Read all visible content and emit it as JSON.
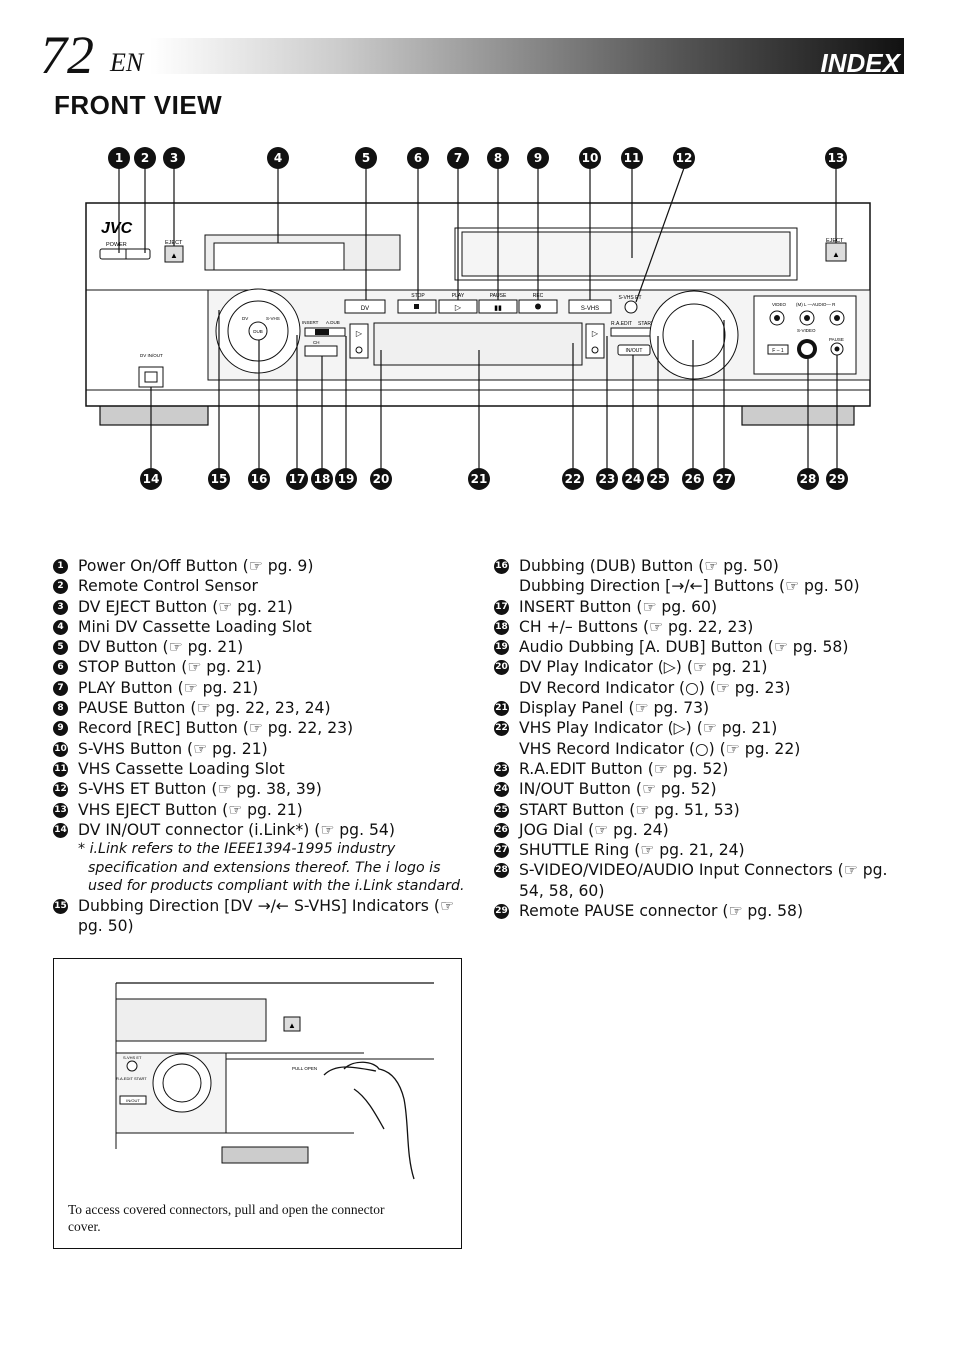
{
  "page": {
    "number": "72",
    "lang": "EN",
    "section": "INDEX",
    "title": "FRONT VIEW"
  },
  "callouts": {
    "top": [
      "1",
      "2",
      "3",
      "4",
      "5",
      "6",
      "7",
      "8",
      "9",
      "10",
      "11",
      "12",
      "13"
    ],
    "bottom": [
      "14",
      "15",
      "16",
      "17",
      "18",
      "19",
      "20",
      "21",
      "22",
      "23",
      "24",
      "25",
      "26",
      "27",
      "28",
      "29"
    ]
  },
  "device": {
    "brand": "JVC",
    "power": "POWER",
    "eject_dv": "EJECT",
    "eject_vhs": "EJECT",
    "dv": "DV",
    "stop": "STOP",
    "play": "PLAY",
    "pause": "PAUSE",
    "rec": "REC",
    "svhs": "S-VHS",
    "svhs_et": "S-VHS ET",
    "tv": "DV",
    "svhs_ring": "S-VHS",
    "dub": "DUB",
    "insert": "INSERT",
    "adub": "A.DUB",
    "ch": "CH",
    "raedit": "R.A.EDIT",
    "start": "START",
    "inout": "IN/OUT",
    "dvinout": "DV IN/OUT",
    "video": "VIDEO",
    "audio": "(M) L —AUDIO— R",
    "svideo": "S-VIDEO",
    "remote_pause": "PAUSE",
    "f1": "F – 1"
  },
  "left_items": [
    {
      "n": "1",
      "text": "Power On/Off Button (☞ pg. 9)"
    },
    {
      "n": "2",
      "text": "Remote Control Sensor"
    },
    {
      "n": "3",
      "text": "DV EJECT Button (☞ pg. 21)"
    },
    {
      "n": "4",
      "text": "Mini DV Cassette Loading Slot"
    },
    {
      "n": "5",
      "text": "DV Button (☞ pg. 21)"
    },
    {
      "n": "6",
      "text": "STOP Button (☞ pg. 21)"
    },
    {
      "n": "7",
      "text": "PLAY Button (☞ pg. 21)"
    },
    {
      "n": "8",
      "text": "PAUSE Button (☞ pg. 22, 23, 24)"
    },
    {
      "n": "9",
      "text": "Record [REC] Button (☞ pg. 22, 23)"
    },
    {
      "n": "10",
      "text": "S-VHS Button (☞ pg. 21)"
    },
    {
      "n": "11",
      "text": "VHS Cassette Loading Slot"
    },
    {
      "n": "12",
      "text": "S-VHS ET Button (☞ pg. 38, 39)"
    },
    {
      "n": "13",
      "text": "VHS EJECT Button (☞ pg. 21)"
    },
    {
      "n": "14",
      "text": "DV IN/OUT connector (i.Link*) (☞ pg. 54)"
    }
  ],
  "footnote": "* i.Link refers to the IEEE1394-1995 industry specification and extensions thereof. The i logo is used for products compliant with the i.Link standard.",
  "left_items_2": [
    {
      "n": "15",
      "text": "Dubbing Direction [DV →/← S-VHS] Indicators (☞ pg. 50)"
    }
  ],
  "right_items": [
    {
      "n": "16",
      "text": "Dubbing (DUB) Button (☞ pg. 50)\nDubbing Direction [→/←] Buttons (☞ pg. 50)"
    },
    {
      "n": "17",
      "text": "INSERT Button (☞ pg. 60)"
    },
    {
      "n": "18",
      "text": "CH +/– Buttons (☞ pg. 22, 23)"
    },
    {
      "n": "19",
      "text": "Audio Dubbing [A. DUB] Button (☞ pg. 58)"
    },
    {
      "n": "20",
      "text": "DV Play Indicator (▷) (☞ pg. 21)\nDV Record Indicator (○) (☞ pg. 23)"
    },
    {
      "n": "21",
      "text": "Display Panel (☞ pg. 73)"
    },
    {
      "n": "22",
      "text": "VHS Play Indicator (▷) (☞ pg. 21)\nVHS Record Indicator (○) (☞ pg. 22)"
    },
    {
      "n": "23",
      "text": "R.A.EDIT Button (☞ pg. 52)"
    },
    {
      "n": "24",
      "text": "IN/OUT Button (☞ pg. 52)"
    },
    {
      "n": "25",
      "text": "START Button (☞ pg. 51, 53)"
    },
    {
      "n": "26",
      "text": "JOG Dial (☞ pg. 24)"
    },
    {
      "n": "27",
      "text": "SHUTTLE Ring (☞ pg. 21, 24)"
    },
    {
      "n": "28",
      "text": "S-VIDEO/VIDEO/AUDIO Input Connectors (☞ pg. 54, 58, 60)"
    },
    {
      "n": "29",
      "text": "Remote PAUSE connector (☞ pg. 58)"
    }
  ],
  "inset": {
    "caption": "To access covered connectors, pull and open the connector cover.",
    "pull_open": "PULL OPEN",
    "svhs_et": "S-VHS ET",
    "raedit": "R.A.EDIT",
    "start": "START",
    "inout": "IN/OUT"
  }
}
